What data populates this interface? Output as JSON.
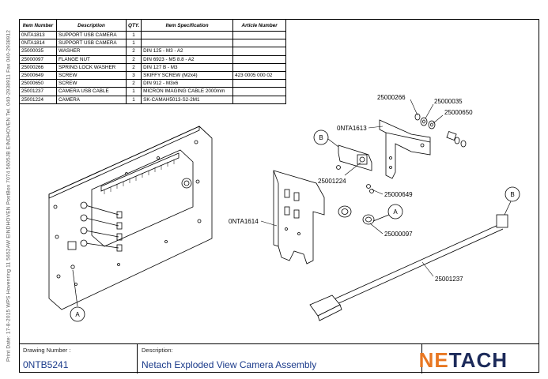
{
  "sidebar_text": "Print Date: 17-8-2015    WPS    Hovenring 11    5652AW EINDHOVEN    PostBox 7074    5605JB EINDHOVEN    Tel. 040-2938911    Fax 040-2938912",
  "bom": {
    "headers": [
      "Item Number",
      "Description",
      "QTY.",
      "Item Specification",
      "Article Number"
    ],
    "rows": [
      [
        "0NTA1813",
        "SUPPORT USB CAMERA",
        "1",
        "",
        ""
      ],
      [
        "0NTA1814",
        "SUPPORT USB CAMERA",
        "1",
        "",
        ""
      ],
      [
        "25000035",
        "WASHER",
        "2",
        "DIN 125 - M3 - A2",
        ""
      ],
      [
        "25000097",
        "FLANGE NUT",
        "2",
        "DIN 6923 - M5 8.8 - A2",
        ""
      ],
      [
        "25000266",
        "SPRING LOCK WASHER",
        "2",
        "DIN 127 B - M3",
        ""
      ],
      [
        "25000649",
        "SCREW",
        "3",
        "SKIFFY SCREW (M2x4)",
        "423 0005 000 02"
      ],
      [
        "25000650",
        "SCREW",
        "2",
        "DIN 912 - M3x6",
        ""
      ],
      [
        "25001237",
        "CAMERA USB CABLE",
        "1",
        "MICRON IMAGING CABLE 2000mm",
        ""
      ],
      [
        "25001224",
        "CAMERA",
        "1",
        "SK-CAMAH5013-S2-2M1",
        ""
      ]
    ]
  },
  "callouts": {
    "p25000266": "25000266",
    "p25000035": "25000035",
    "p25000650": "25000650",
    "p0NTA1613": "0NTA1613",
    "p25001224": "25001224",
    "p25000649": "25000649",
    "p0NTA1614": "0NTA1614",
    "p25000097": "25000097",
    "p25001237": "25001237",
    "bubble_a1": "A",
    "bubble_a2": "A",
    "bubble_b1": "B",
    "bubble_b2": "B"
  },
  "title_block": {
    "drawing_number_label": "Drawing Number :",
    "drawing_number": "0NTB5241",
    "description_label": "Description:",
    "description": "Netach Exploded View Camera Assembly"
  },
  "logo": {
    "part1": "NE",
    "part2": "TACH"
  },
  "colors": {
    "logo_orange": "#e87722",
    "logo_navy": "#1c2a5a",
    "title_blue": "#1a3a8a"
  }
}
